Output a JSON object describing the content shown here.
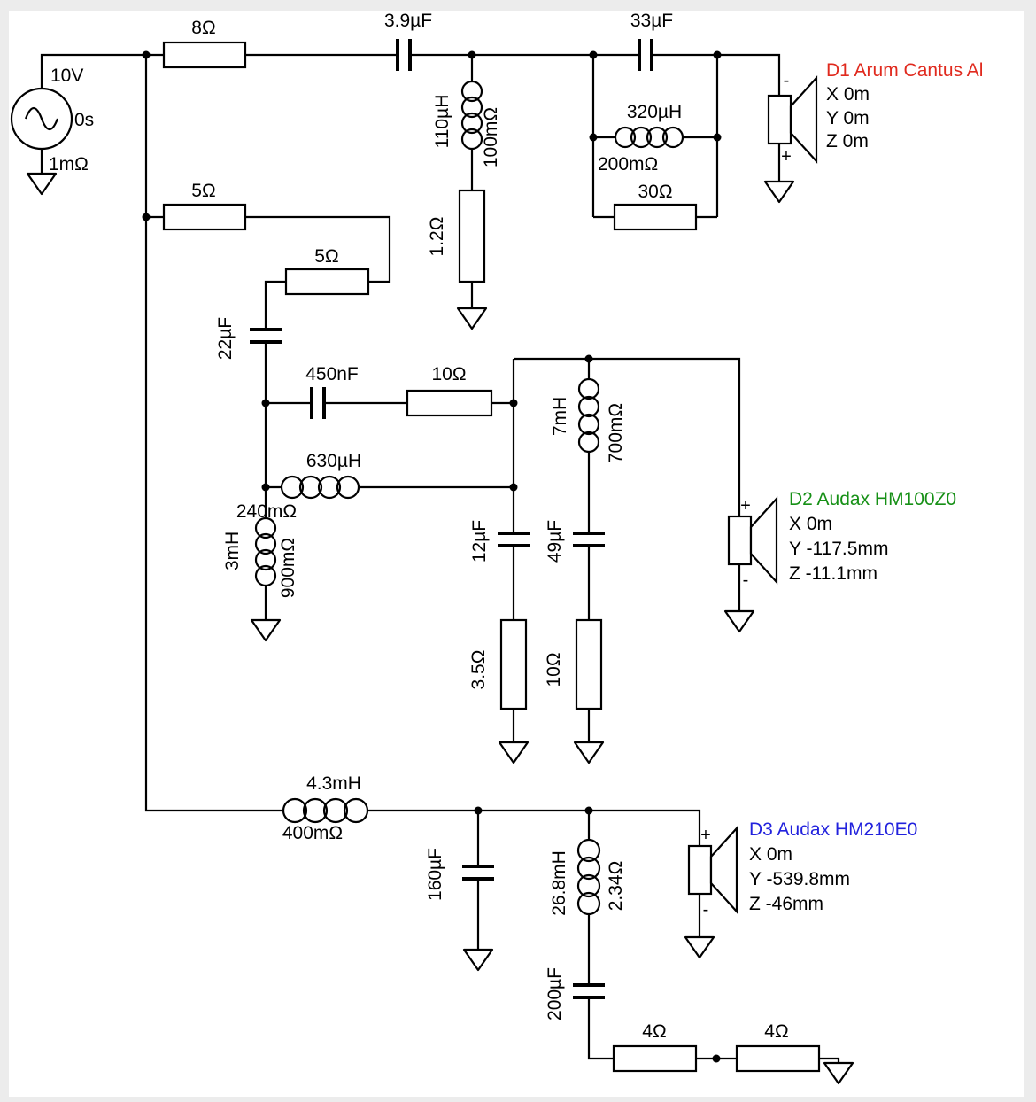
{
  "source": {
    "voltage": "10V",
    "time": "0s",
    "impedance": "1mΩ"
  },
  "tweeter_network": {
    "r1": "8Ω",
    "c1": "3.9µF",
    "l1": "110µH",
    "l1_res": "100mΩ",
    "r2": "1.2Ω",
    "c2": "33µF",
    "l2": "320µH",
    "l2_res": "200mΩ",
    "r3": "30Ω"
  },
  "mid_network": {
    "r1": "5Ω",
    "r2": "5Ω",
    "c1": "22µF",
    "c2": "450nF",
    "r3": "10Ω",
    "l1": "630µH",
    "l1_res": "240mΩ",
    "l2": "3mH",
    "l2_res": "900mΩ",
    "c3": "12µF",
    "r4": "3.5Ω",
    "c4": "49µF",
    "r5": "10Ω",
    "l3": "7mH",
    "l3_res": "700mΩ"
  },
  "woofer_network": {
    "l1": "4.3mH",
    "l1_res": "400mΩ",
    "c1": "160µF",
    "l2": "26.8mH",
    "l2_res": "2.34Ω",
    "c2": "200µF",
    "r1": "4Ω",
    "r2": "4Ω"
  },
  "drivers": {
    "d1": {
      "name": "D1 Arum Cantus Al",
      "color": "#e02a1e",
      "x": "X 0m",
      "y": "Y 0m",
      "z": "Z 0m",
      "top_sign": "-",
      "bottom_sign": "+"
    },
    "d2": {
      "name": "D2 Audax HM100Z0",
      "color": "#169016",
      "x": "X 0m",
      "y": "Y -117.5mm",
      "z": "Z -11.1mm",
      "top_sign": "+",
      "bottom_sign": "-"
    },
    "d3": {
      "name": "D3 Audax HM210E0",
      "color": "#2222dd",
      "x": "X 0m",
      "y": "Y -539.8mm",
      "z": "Z -46mm",
      "top_sign": "+",
      "bottom_sign": "-"
    }
  }
}
